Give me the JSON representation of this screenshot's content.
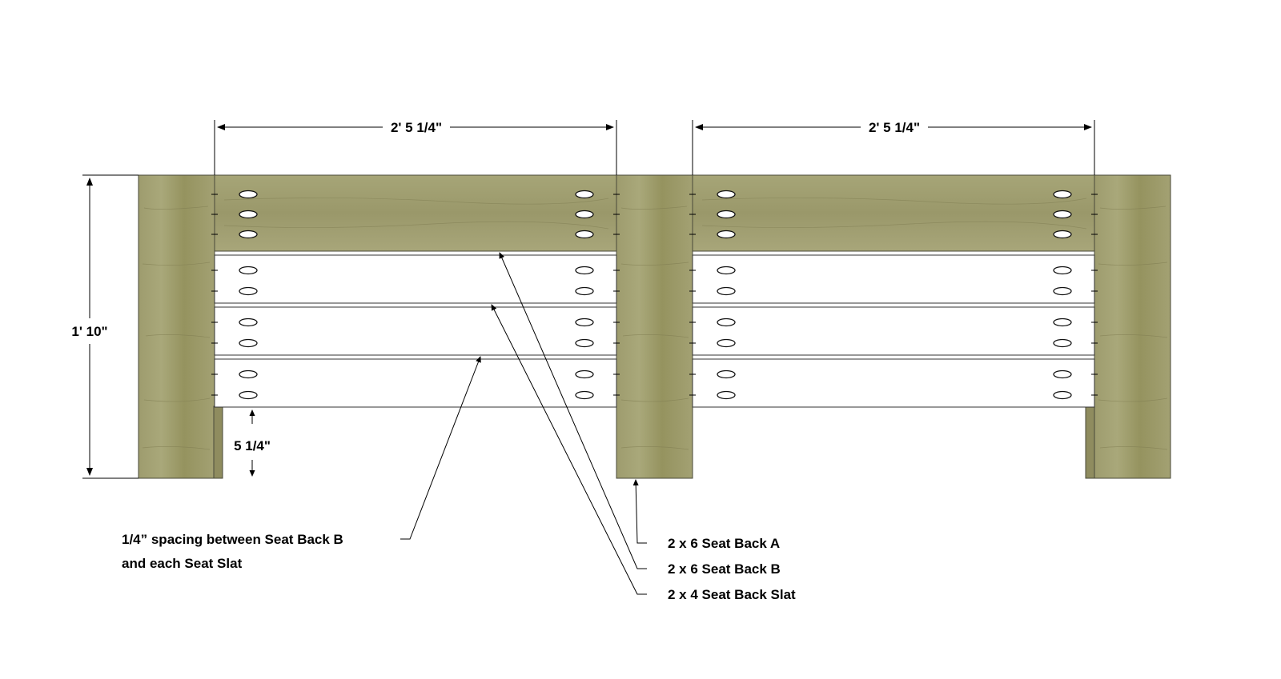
{
  "dimensions": {
    "width_left": "2' 5 1/4\"",
    "width_right": "2' 5 1/4\"",
    "height": "1' 10\"",
    "leg_gap": "5 1/4\""
  },
  "labels": {
    "seat_back_a": "2 x 6 Seat Back A",
    "seat_back_b": "2 x 6 Seat Back B",
    "seat_back_slat": "2 x 4 Seat Back Slat",
    "spacing_note_line1": "1/4” spacing between Seat Back B",
    "spacing_note_line2": "and each Seat Slat"
  },
  "colors": {
    "wood_light": "#a8a77a",
    "wood_dark": "#8f8c5f",
    "slat": "#ffffff",
    "line": "#000000"
  }
}
